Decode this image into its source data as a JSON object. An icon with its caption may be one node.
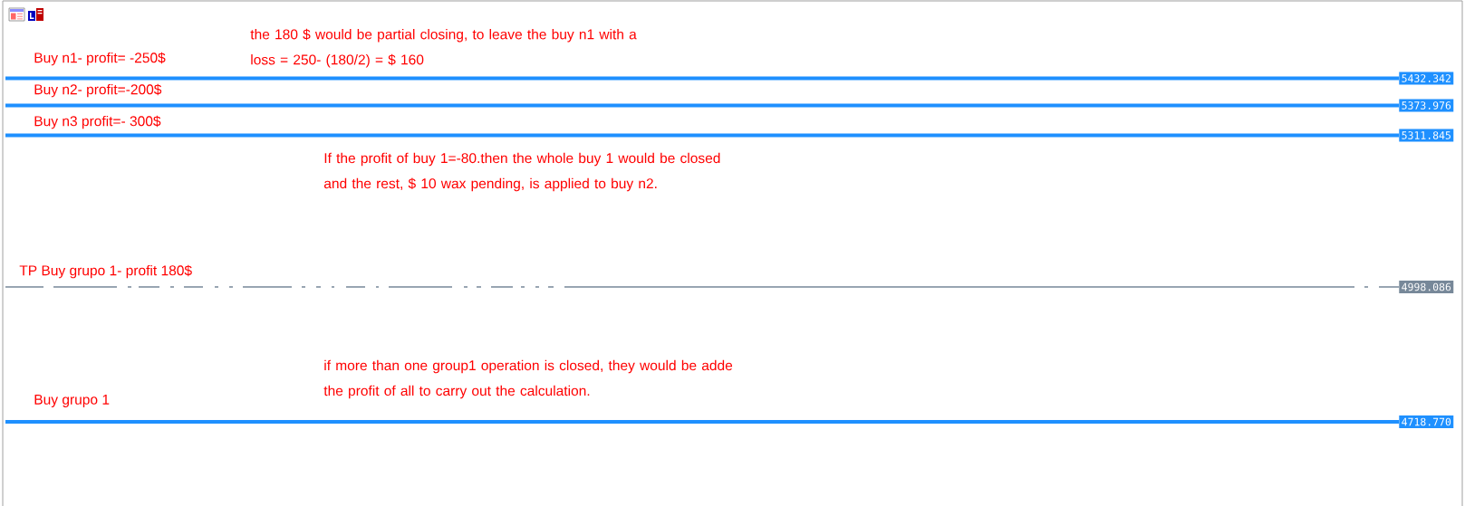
{
  "diagram": {
    "nodes": [
      {
        "text": [
          "5432.342"
        ]
      },
      {
        "text": [
          "5373.976"
        ]
      },
      {
        "text": [
          "5311.845"
        ]
      },
      {
        "text": [
          "4998.086"
        ]
      },
      {
        "text": [
          "4718.770"
        ]
      }
    ],
    "edges": [
      {
        "from": null,
        "to": 0,
        "arrow": "none"
      },
      {
        "from": null,
        "to": 1,
        "arrow": "none"
      },
      {
        "from": null,
        "to": 2,
        "arrow": "none"
      },
      {
        "from": null,
        "to": 3,
        "arrow": "none",
        "style": "dashed",
        "color": "#778899"
      },
      {
        "from": null,
        "to": 4,
        "arrow": "none"
      }
    ],
    "labels": [
      "the 180 $ would be partial closing, to leave the buy n1 with a loss = 250- (180/2) = $ 160",
      "Buy n1- profit= -250$",
      "Buy n2- profit=-200$",
      "Buy n3 profit=- 300$",
      "If the profit of buy 1=-80.then the whole buy 1 would be closed and the rest, $ 10 wax pending, is applied to buy n2.",
      "TP Buy grupo 1- profit 180$",
      "if more than one group1 operation is closed, they would be adde the profit of all to carry out the calculation.",
      "Buy grupo 1"
    ]
  }
}
